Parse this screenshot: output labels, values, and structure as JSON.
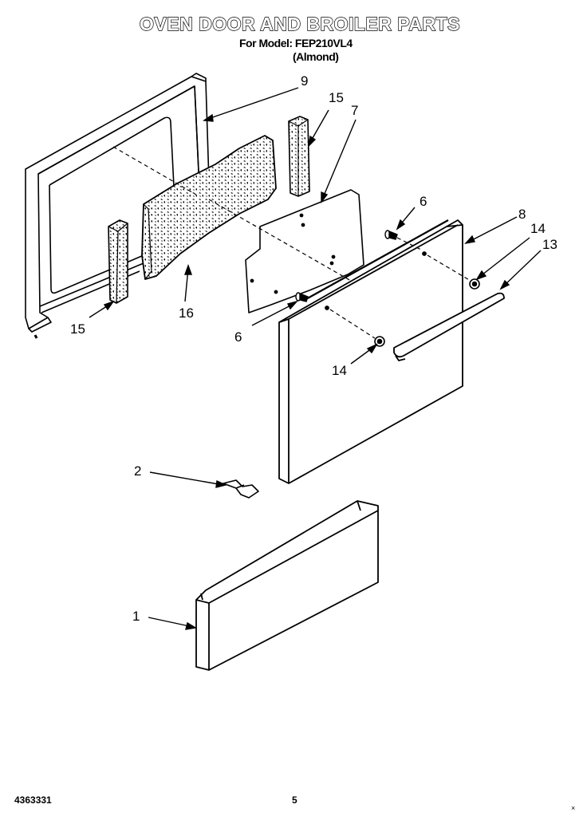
{
  "header": {
    "title": "OVEN DOOR AND BROILER PARTS",
    "model_line": "For Model: FEP210VL4",
    "variant": "(Almond)"
  },
  "footer": {
    "document_number": "4363331",
    "page_number": "5"
  },
  "callouts": {
    "c9": "9",
    "c15a": "15",
    "c7": "7",
    "c6a": "6",
    "c8": "8",
    "c14a": "14",
    "c13": "13",
    "c15b": "15",
    "c16": "16",
    "c6b": "6",
    "c14b": "14",
    "c2": "2",
    "c1": "1"
  },
  "colors": {
    "line": "#000000",
    "background": "#ffffff",
    "insulation_fill": "#d9d9d9"
  }
}
